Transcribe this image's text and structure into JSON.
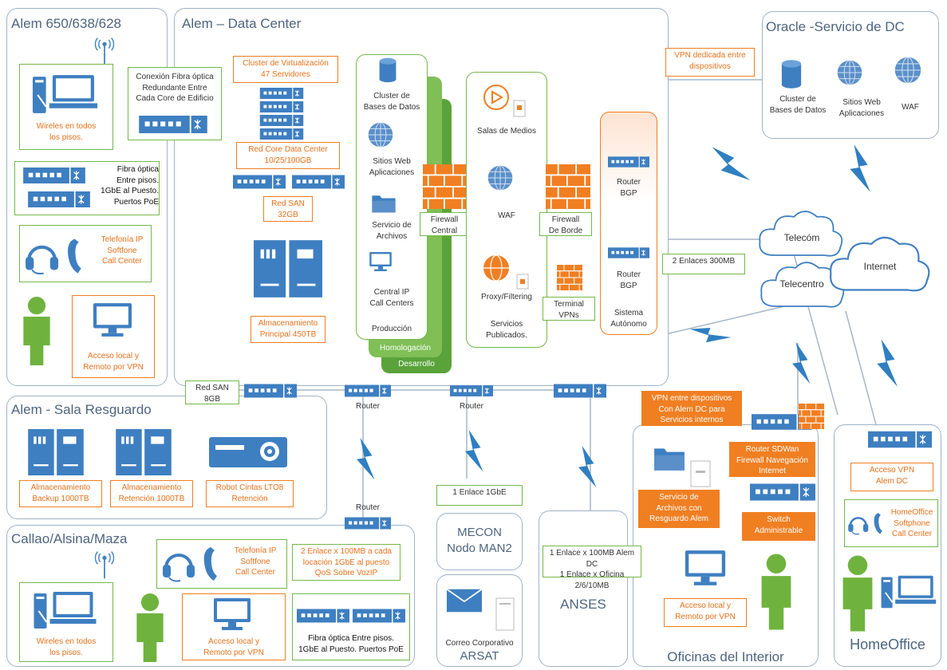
{
  "colors": {
    "blue": "#3e7fc1",
    "orange": "#f07f22",
    "green": "#74b84c",
    "green_dark": "#5aa33a",
    "region_border": "#9fb3c8",
    "title": "#4d6580",
    "line": "#a6b6c6"
  },
  "regions": {
    "alem650": "Alem 650/638/628",
    "datacenter": "Alem – Data Center",
    "oracle": "Oracle -Servicio de DC",
    "resguardo": "Alem - Sala Resguardo",
    "callao": "Callao/Alsina/Maza",
    "mecon": "MECON\nNodo MAN2",
    "arsat": "ARSAT",
    "anses": "ANSES",
    "oficinas": "Oficinas del Interior",
    "homeoffice": "HomeOffice"
  },
  "alem650": {
    "wireless": "Wireles en todos\nlos pisos.",
    "fibra_redundante": "Conexión Fibra óptica\nRedundante Entre\nCada Core de Edificio",
    "fibra_pisos": "Fibra óptica\nEntre pisos.\n1GbE al Puesto.\nPuertos PoE",
    "telefonia": "Telefonía IP\nSoftfone\nCall Center",
    "acceso": "Acceso local y\nRemoto por VPN"
  },
  "datacenter": {
    "cluster_virt": "Cluster de Virtualización\n47 Servidores",
    "red_core": "Red Core Data Center\n10/25/100GB",
    "red_san": "Red SAN\n32GB",
    "almacenamiento": "Almacenamiento\nPrincipal 450TB",
    "cluster_bd": "Cluster de\nBases de Datos",
    "sitios_web": "Sitios Web\nAplicaciones",
    "servicio_archivos": "Servicio de\nArchivos",
    "central_ip": "Central IP\nCall Centers",
    "produccion": "Producción",
    "homologacion": "Homologación",
    "desarrollo": "Desarrollo",
    "firewall_central": "Firewall\nCentral",
    "salas_medios": "Salas de Medios",
    "waf": "WAF",
    "proxy": "Proxy/Filtering",
    "servicios_publicados": "Servicios\nPublicados.",
    "firewall_borde": "Firewall\nDe Borde",
    "terminal_vpns": "Terminal\nVPNs",
    "router_bgp_1": "Router\nBGP",
    "router_bgp_2": "Router\nBGP",
    "sistema_autonomo": "Sistema\nAutónomo"
  },
  "oracle": {
    "cluster_bd": "Cluster de\nBases de Datos",
    "sitios_web": "Sitios Web\nAplicaciones",
    "waf": "WAF",
    "vpn_dedicada": "VPN dedicada entre\ndispositivos"
  },
  "wan": {
    "enlaces_300": "2 Enlaces 300MB",
    "telecom": "Telecóm",
    "telecentro": "Telecentro",
    "internet": "Internet",
    "red_san_8": "Red SAN\n8GB",
    "router_1": "Router",
    "router_2": "Router",
    "router_3": "Router",
    "enlace_mecon": "1 Enlace 1GbE",
    "enlaces_anses": "1 Enlace x 100MB Alem DC\n1 Enlace x Oficina 2/6/10MB"
  },
  "resguardo": {
    "backup": "Almacenamiento\nBackup 1000TB",
    "retencion": "Almacenamiento\nRetención 1000TB",
    "robot": "Robot Cintas LTO8\nRetención"
  },
  "callao": {
    "wireless": "Wireles en todos\nlos pisos.",
    "telefonia": "Telefonía IP\nSoftfone\nCall Center",
    "enlaces": "2 Enlace x 100MB a cada\nlocación 1GbE al puesto\nQoS Sobre VozIP",
    "acceso": "Acceso local y\nRemoto por VPN",
    "fibra": "Fibra óptica Entre pisos.\n1GbE al Puesto. Puertos PoE"
  },
  "arsat": {
    "correo": "Correo Corporativo"
  },
  "oficinas": {
    "vpn": "VPN entre dispositivos\nCon Alem DC para\nServicios internos",
    "router_sdwan": "Router SDWan\nFirewall Navegación\nInternet",
    "servicio_archivos": "Servicio de\nArchivos con\nResguardo Alem",
    "switch": "Switch\nAdministrable",
    "acceso": "Acceso local y\nRemoto por VPN"
  },
  "homeoffice": {
    "acceso_vpn": "Acceso VPN\nAlem DC",
    "softphone": "HomeOffice\nSoftphone\nCall Center"
  }
}
